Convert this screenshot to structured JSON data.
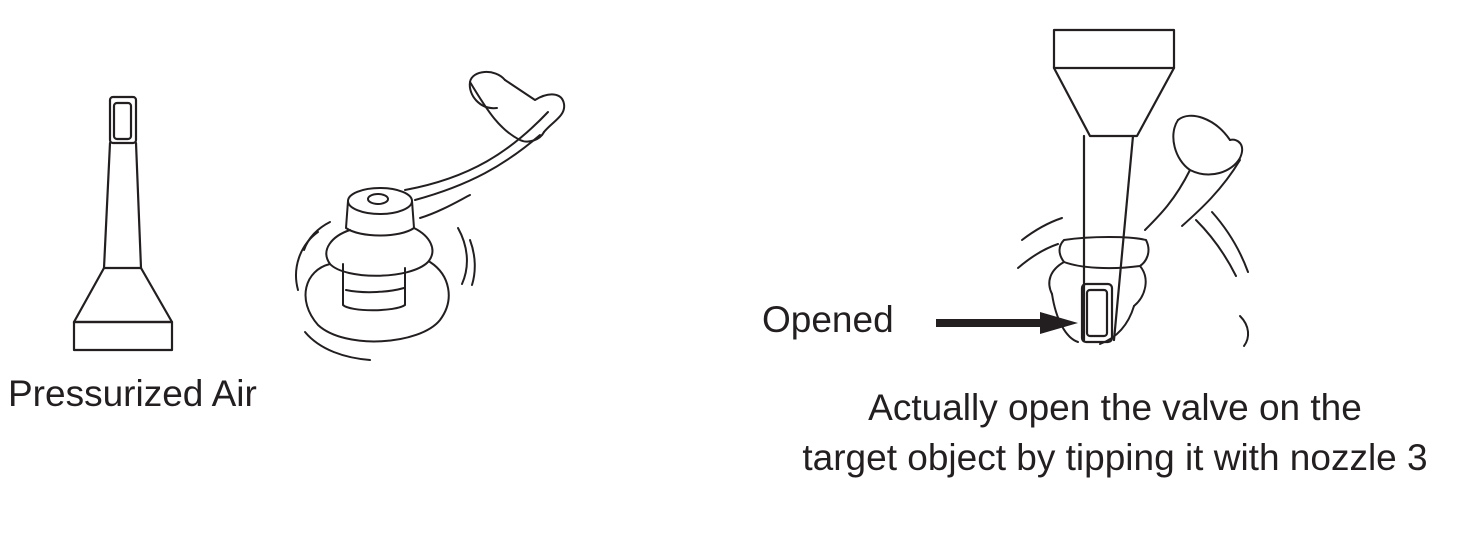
{
  "labels": {
    "pressurized_air": "Pressurized Air",
    "opened": "Opened"
  },
  "caption": {
    "line1": "Actually open the valve on the",
    "line2": "target object by tipping it with nozzle 3"
  },
  "colors": {
    "ink": "#231f20",
    "background": "#ffffff"
  }
}
